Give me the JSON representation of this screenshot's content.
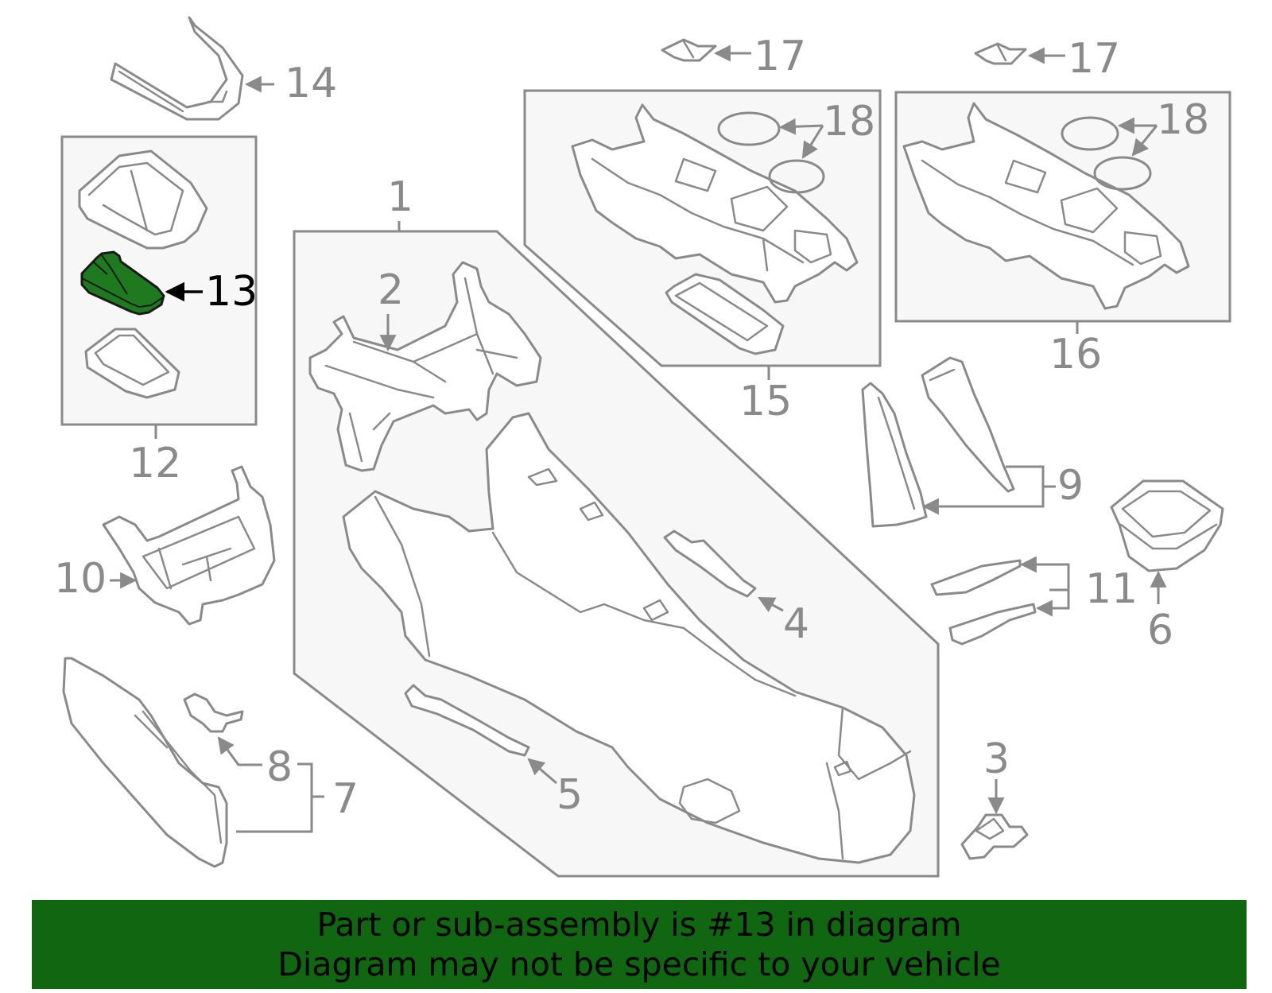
{
  "colors": {
    "line": "#8a8a8a",
    "highlight_fill": "#1f7a1f",
    "banner_bg": "#116611",
    "text": "#000000"
  },
  "highlighted_part": "13",
  "callouts": {
    "c1": "1",
    "c2": "2",
    "c3": "3",
    "c4": "4",
    "c5": "5",
    "c6": "6",
    "c7": "7",
    "c8": "8",
    "c9": "9",
    "c10": "10",
    "c11": "11",
    "c12": "12",
    "c13": "13",
    "c14": "14",
    "c15": "15",
    "c16": "16",
    "c17a": "17",
    "c17b": "17",
    "c18a": "18",
    "c18b": "18"
  },
  "banner": {
    "line1": "Part or sub-assembly is #13 in diagram",
    "line2": "Diagram may not be specific to your vehicle"
  }
}
